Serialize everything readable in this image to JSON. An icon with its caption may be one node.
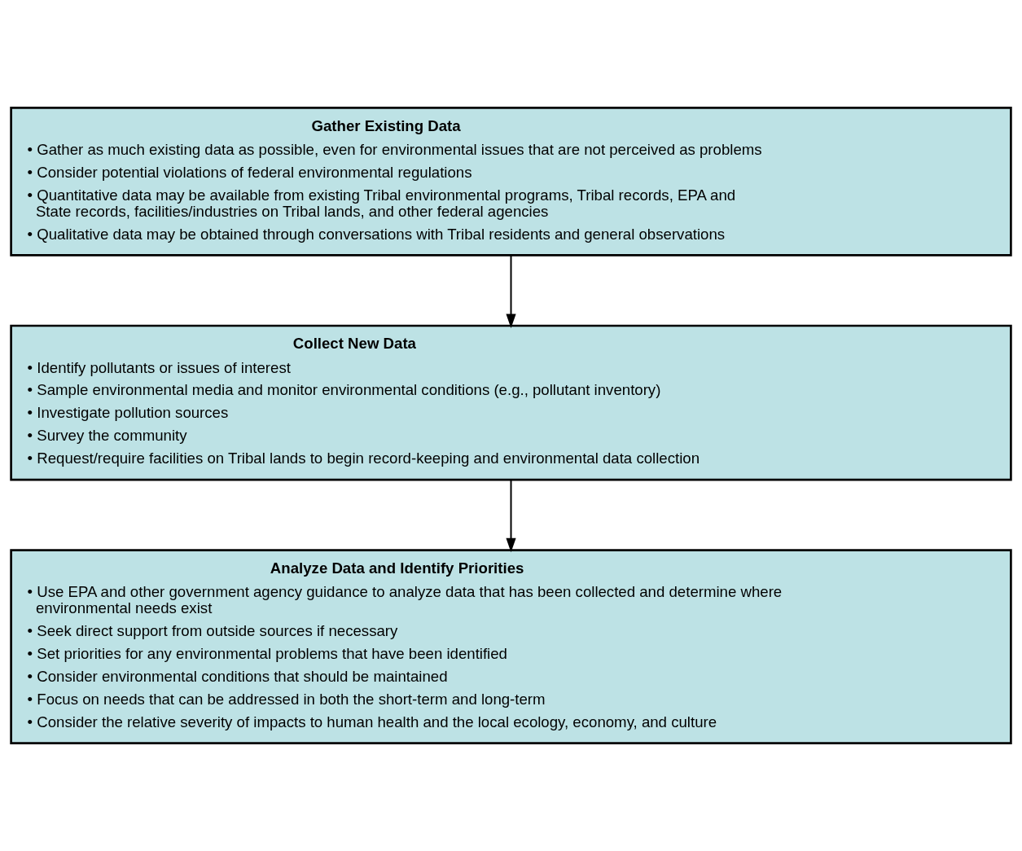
{
  "diagram": {
    "nodes": [
      {
        "text": [
          "Gather Existing Data",
          "• Gather as much existing data as possible, even for environmental issues that are not perceived as problems",
          "• Consider potential violations of federal environmental regulations",
          "• Quantitative data may be available from existing Tribal environmental programs, Tribal records, EPA and State records, facilities/industries on Tribal lands, and other federal agencies",
          "• Qualitative data may be obtained through conversations with Tribal residents and general observations"
        ]
      },
      {
        "text": [
          "Collect New Data",
          "• Identify pollutants or issues of interest",
          "• Sample environmental media and monitor environmental conditions (e.g., pollutant inventory)",
          "• Investigate pollution sources",
          "• Survey the community",
          "• Request/require facilities on Tribal lands to begin record-keeping and environmental data collection"
        ]
      },
      {
        "text": [
          "Analyze Data and Identify Priorities",
          "• Use EPA and other government agency guidance to analyze data that has been collected and determine where environmental needs exist",
          "• Seek direct support from outside sources if necessary",
          "• Set priorities for any environmental problems that have been identified",
          "• Consider environmental conditions that should be maintained",
          "• Focus on needs that can be addressed in both the short-term and long-term",
          "• Consider the relative severity of impacts to human health and the local ecology, economy, and culture"
        ]
      }
    ],
    "edges": [
      {
        "from": 0,
        "to": 1,
        "arrow": "to"
      },
      {
        "from": 1,
        "to": 2,
        "arrow": "to"
      }
    ]
  }
}
